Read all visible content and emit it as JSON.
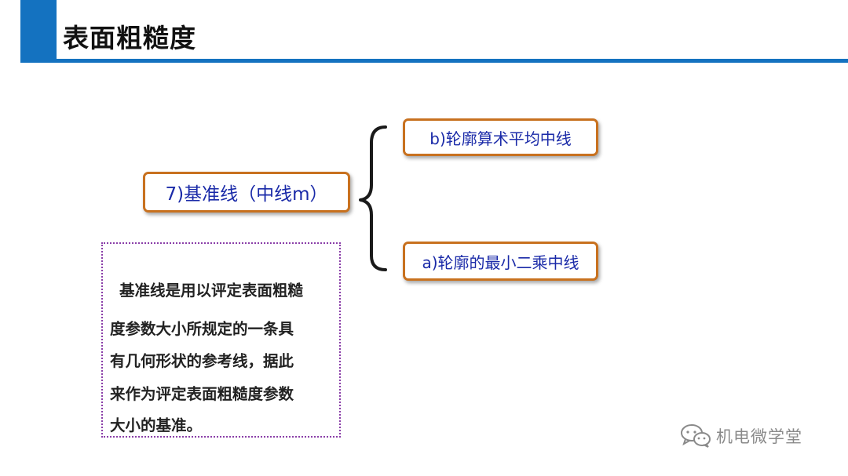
{
  "header": {
    "title": "表面粗糙度"
  },
  "diagram": {
    "main_node": "7)基准线（中线m）",
    "branches": [
      "b)轮廓算术平均中线",
      "a)轮廓的最小二乘中线"
    ]
  },
  "definition": {
    "lines": [
      "基准线是用以评定表面粗糙",
      "度参数大小所规定的一条具",
      "有几何形状的参考线，据此",
      "来作为评定表面粗糙度参数",
      "大小的基准。"
    ]
  },
  "watermark": {
    "text": "机电微学堂",
    "icon": "wechat-icon"
  },
  "colors": {
    "accent_blue": "#1472c0",
    "box_border": "#c8711f",
    "box_text": "#1a2aa8",
    "dotted_border": "#8a3ea8"
  }
}
